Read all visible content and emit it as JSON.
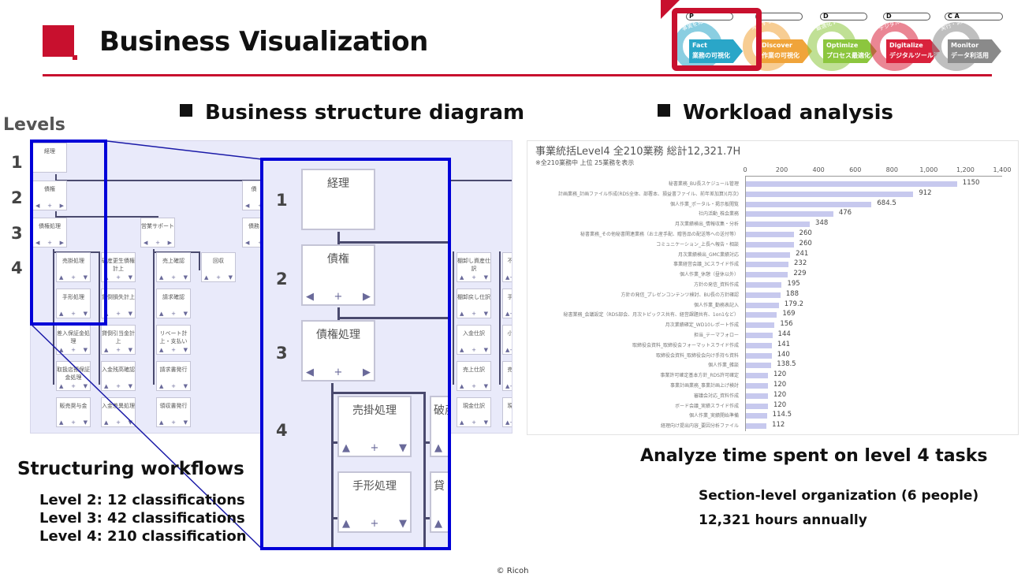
{
  "header": {
    "title": "Business Visualization",
    "accent_color": "#c8102e"
  },
  "process_cycle": {
    "highlighted_step": 0,
    "steps": [
      {
        "phase": "P",
        "arc": "事実を知る",
        "en": "Fact",
        "jp": "業務の可視化",
        "color": "#2aa6c8"
      },
      {
        "phase": "",
        "arc": "発見する",
        "en": "Discover",
        "jp": "作業の可視化",
        "color": "#f0a43a"
      },
      {
        "phase": "D",
        "arc": "最適化する",
        "en": "Optimize",
        "jp": "プロセス最適化",
        "color": "#8cc63e"
      },
      {
        "phase": "D",
        "arc": "デジタル化",
        "en": "Digitalize",
        "jp": "デジタルツール活用",
        "color": "#d9223c"
      },
      {
        "phase": "C   A",
        "arc": "実行・測定",
        "en": "Monitor",
        "jp": "データ利活用",
        "color": "#8a8a8a"
      }
    ]
  },
  "left_section": {
    "heading": "Business structure diagram",
    "levels_label": "Levels",
    "levels": [
      "1",
      "2",
      "3",
      "4"
    ],
    "diagram": {
      "level1": {
        "label": "経理"
      },
      "level2": [
        {
          "label": "債権"
        },
        {
          "label": "債"
        }
      ],
      "level3": [
        {
          "label": "債権処理"
        },
        {
          "label": "営業サポート"
        },
        {
          "label": "債務"
        }
      ],
      "level4_col1": [
        "売掛処理",
        "手形処理",
        "差入保証金処理",
        "取扱店預保証金処理",
        "販売奨与金"
      ],
      "level4_col2": [
        "破産更生債権計上",
        "貸倒損失計上",
        "貸倒引当金計上",
        "入金残高確認",
        "入金差異処理"
      ],
      "level4_col3": [
        "売上確認",
        "請求確認",
        "リベート計上・支払い",
        "請求書発行",
        "領収書発行"
      ],
      "level4_col4": [
        "回収"
      ],
      "level4_col5": [
        "棚卸し資産仕訳",
        "棚卸戻し仕訳",
        "入金仕訳",
        "売上仕訳",
        "現金仕訳"
      ],
      "level4_col6": [
        "不",
        "手",
        "小",
        "売",
        "現"
      ]
    },
    "zoom_view": {
      "level1": "経理",
      "level2": "債権",
      "level3": "債権処理",
      "level4": [
        "売掛処理",
        "手形処理"
      ],
      "level4_side": [
        "破産",
        "貸"
      ]
    },
    "summary": {
      "title": "Structuring workflows",
      "lines": [
        "Level 2: 12 classifications",
        "Level 3: 42 classifications",
        "Level 4: 210 classification"
      ]
    }
  },
  "right_section": {
    "heading": "Workload analysis",
    "summary": {
      "title": "Analyze time spent on level 4 tasks",
      "lines": [
        "Section-level organization (6 people)",
        "12,321 hours annually"
      ]
    }
  },
  "chart_data": {
    "type": "bar",
    "orientation": "horizontal",
    "title": "事業統括Level4 全210業務 総計12,321.7H",
    "subtitle": "※全210業務中 上位 25業務を表示",
    "xlim": [
      0,
      1400
    ],
    "xticks": [
      "0",
      "200",
      "400",
      "600",
      "800",
      "1,000",
      "1,200",
      "1,400"
    ],
    "xtick_values": [
      0,
      200,
      400,
      600,
      800,
      1000,
      1200,
      1400
    ],
    "bar_color": "#c7c9ee",
    "categories": [
      "秘書業務_BU長スケジュール管理",
      "計画業務_計画ファイル作成(RDS全体、部署本、損益書ファイル、前年差加算)(月次)",
      "個人作業_ポータル・掲示板閲覧",
      "社内活動_株会業務",
      "月次業績検出_情報収集・分析",
      "秘書業務_その他秘書関連業務（お土産手配、贈答品の配送等への送付等）",
      "コミュニケーション_上長へ報告・相談",
      "月次業績検出_GMC業績対応",
      "事業経営会議_3Cスライド作成",
      "個人作業_休憩（昼休以外）",
      "方針の発信_資料作成",
      "方針の発信_プレゼンコンテンツ検討、BU長の方針確認",
      "個人作業_勤務表記入",
      "秘書業務_会議設定（RDS部会、月次トピックス共有、経営課題共有、1on1など）",
      "月次業績確定_WD10レポート作成",
      "担当_テーマフォロー",
      "取締役会資料_取締役会フォーマットスライド作成",
      "取締役会資料_取締役会向け手持ち資料",
      "個人作業_雑談",
      "事業許可確定基本方針_RDS許可確定",
      "事業計画業務_事業計画上げ検討",
      "審議会対応_資料作成",
      "ボード会議_実績スライド作成",
      "個人作業_実績開始準備",
      "経理向け提出内容_要因分析ファイル"
    ],
    "values": [
      1150,
      912,
      684.5,
      476,
      348,
      260,
      260,
      241,
      232,
      229,
      195,
      188,
      179.2,
      169,
      156,
      144,
      141,
      140,
      138.5,
      120,
      120,
      120,
      120,
      114.5,
      112
    ],
    "value_labels": [
      "1150",
      "912",
      "684.5",
      "476",
      "348",
      "260",
      "260",
      "241",
      "232",
      "229",
      "195",
      "188",
      "179.2",
      "169",
      "156",
      "144",
      "141",
      "140",
      "138.5",
      "120",
      "120",
      "120",
      "120",
      "114.5",
      "112"
    ]
  },
  "footer": {
    "copyright": "© Ricoh"
  }
}
